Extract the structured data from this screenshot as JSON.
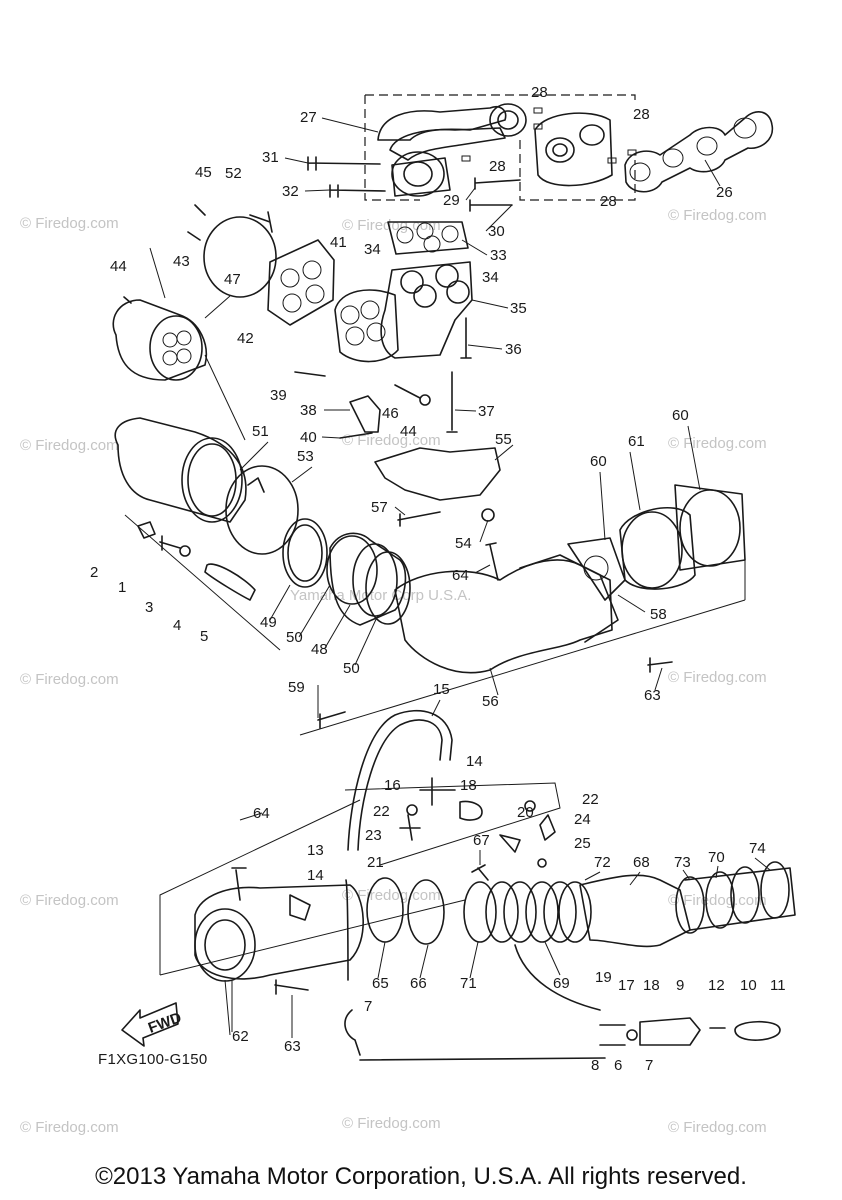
{
  "diagram_code": "F1XG100-G150",
  "copyright": "©2013 Yamaha Motor Corporation, U.S.A. All rights reserved.",
  "fwd_label": "FWD",
  "watermark_text": "© Firedog.com",
  "watermark_center": "Yamaha Motor Corp U.S.A.",
  "callouts": {
    "c1": "1",
    "c2": "2",
    "c3": "3",
    "c4": "4",
    "c5": "5",
    "c6": "6",
    "c7a": "7",
    "c7b": "7",
    "c8": "8",
    "c9": "9",
    "c10": "10",
    "c11": "11",
    "c12": "12",
    "c13": "13",
    "c14a": "14",
    "c14b": "14",
    "c15": "15",
    "c16": "16",
    "c17": "17",
    "c18a": "18",
    "c18b": "18",
    "c19": "19",
    "c20": "20",
    "c21": "21",
    "c22a": "22",
    "c22b": "22",
    "c23": "23",
    "c24": "24",
    "c25": "25",
    "c26": "26",
    "c27": "27",
    "c28a": "28",
    "c28b": "28",
    "c28c": "28",
    "c28d": "28",
    "c29": "29",
    "c30": "30",
    "c31": "31",
    "c32": "32",
    "c33": "33",
    "c34a": "34",
    "c34b": "34",
    "c35": "35",
    "c36": "36",
    "c37": "37",
    "c38": "38",
    "c39": "39",
    "c40": "40",
    "c41": "41",
    "c42": "42",
    "c43": "43",
    "c44a": "44",
    "c44b": "44",
    "c45": "45",
    "c46": "46",
    "c47": "47",
    "c48": "48",
    "c49": "49",
    "c50a": "50",
    "c50b": "50",
    "c51": "51",
    "c52": "52",
    "c53": "53",
    "c54": "54",
    "c55": "55",
    "c56": "56",
    "c57": "57",
    "c58": "58",
    "c59": "59",
    "c60a": "60",
    "c60b": "60",
    "c61": "61",
    "c62": "62",
    "c63a": "63",
    "c63b": "63",
    "c64a": "64",
    "c64b": "64",
    "c65": "65",
    "c66": "66",
    "c67": "67",
    "c68": "68",
    "c69": "69",
    "c70": "70",
    "c71": "71",
    "c72": "72",
    "c73": "73",
    "c74": "74"
  }
}
